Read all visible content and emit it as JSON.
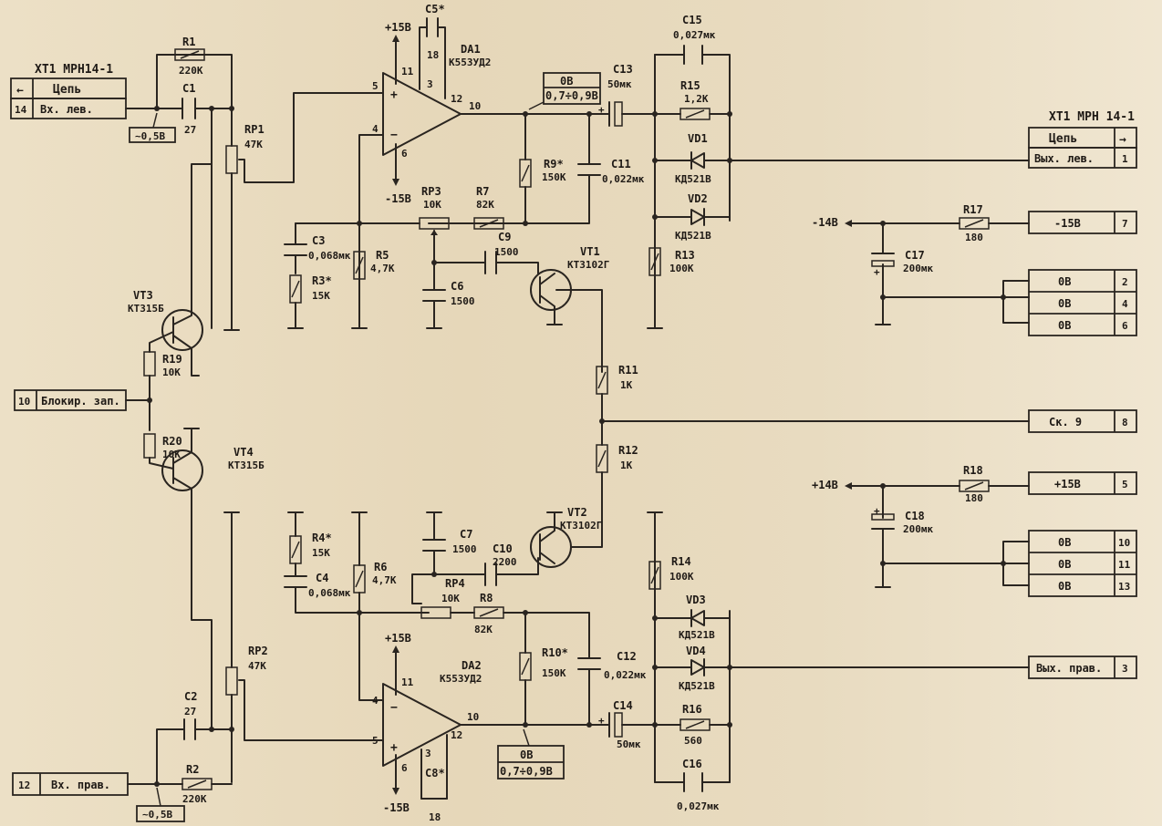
{
  "connectors": {
    "left_header": "XT1 MPH14-1",
    "right_header": "XT1 MPH 14-1",
    "col_title": "Цепь",
    "in_left": {
      "pin": "14",
      "label": "Вх. лев."
    },
    "out_left": {
      "pin": "1",
      "label": "Вых. лев."
    },
    "block": {
      "pin": "10",
      "label": "Блокир. зап."
    },
    "in_right": {
      "pin": "12",
      "label": "Вх. прав."
    },
    "out_right": {
      "pin": "3",
      "label": "Вых. прав."
    },
    "neg_supply": {
      "pin": "7",
      "label": "-15B"
    },
    "pos_supply": {
      "pin": "5",
      "label": "+15B"
    },
    "sk9": {
      "pin": "8",
      "label": "Ск. 9"
    },
    "gnd_top": [
      {
        "pin": "2",
        "label": "0B"
      },
      {
        "pin": "4",
        "label": "0B"
      },
      {
        "pin": "6",
        "label": "0B"
      }
    ],
    "gnd_bot": [
      {
        "pin": "10",
        "label": "0B"
      },
      {
        "pin": "11",
        "label": "0B"
      },
      {
        "pin": "13",
        "label": "0B"
      }
    ]
  },
  "components": {
    "R1": {
      "name": "R1",
      "value": "220K"
    },
    "C1": {
      "name": "C1",
      "value": "27"
    },
    "RP1": {
      "name": "RP1",
      "value": "47K"
    },
    "DA1": {
      "name": "DA1",
      "value": "K553УД2"
    },
    "C5": {
      "name": "C5*",
      "value": "18"
    },
    "C13": {
      "name": "C13",
      "value": "50мк"
    },
    "C15": {
      "name": "C15",
      "value": "0,027мк"
    },
    "R15": {
      "name": "R15",
      "value": "1,2K"
    },
    "VD1": {
      "name": "VD1",
      "value": "KД521B"
    },
    "VD2": {
      "name": "VD2",
      "value": "KД521B"
    },
    "R9": {
      "name": "R9*",
      "value": "150K"
    },
    "C11": {
      "name": "C11",
      "value": "0,022мк"
    },
    "RP3": {
      "name": "RP3",
      "value": "10K"
    },
    "R7": {
      "name": "R7",
      "value": "82K"
    },
    "C3": {
      "name": "C3",
      "value": "0,068мк"
    },
    "R5": {
      "name": "R5",
      "value": "4,7K"
    },
    "R3": {
      "name": "R3*",
      "value": "15K"
    },
    "C9": {
      "name": "C9",
      "value": "1500"
    },
    "C6": {
      "name": "C6",
      "value": "1500"
    },
    "VT1": {
      "name": "VT1",
      "value": "KT3102Г"
    },
    "R13": {
      "name": "R13",
      "value": "100K"
    },
    "R17": {
      "name": "R17",
      "value": "180"
    },
    "C17": {
      "name": "C17",
      "value": "200мк"
    },
    "VT3": {
      "name": "VT3",
      "value": "KT315Б"
    },
    "R19": {
      "name": "R19",
      "value": "10K"
    },
    "R11": {
      "name": "R11",
      "value": "1K"
    },
    "R20": {
      "name": "R20",
      "value": "10K"
    },
    "VT4": {
      "name": "VT4",
      "value": "KT315Б"
    },
    "R12": {
      "name": "R12",
      "value": "1K"
    },
    "R18": {
      "name": "R18",
      "value": "180"
    },
    "C18": {
      "name": "C18",
      "value": "200мк"
    },
    "R4": {
      "name": "R4*",
      "value": "15K"
    },
    "C4": {
      "name": "C4",
      "value": "0,068мк"
    },
    "R6": {
      "name": "R6",
      "value": "4,7K"
    },
    "C7": {
      "name": "C7",
      "value": "1500"
    },
    "C10": {
      "name": "C10",
      "value": "2200"
    },
    "VT2": {
      "name": "VT2",
      "value": "KT3102Г"
    },
    "R14": {
      "name": "R14",
      "value": "100K"
    },
    "RP4": {
      "name": "RP4",
      "value": "10K"
    },
    "R8": {
      "name": "R8",
      "value": "82K"
    },
    "VD3": {
      "name": "VD3",
      "value": "KД521B"
    },
    "VD4": {
      "name": "VD4",
      "value": "KД521B"
    },
    "RP2": {
      "name": "RP2",
      "value": "47K"
    },
    "DA2": {
      "name": "DA2",
      "value": "K553УД2"
    },
    "R10": {
      "name": "R10*",
      "value": "150K"
    },
    "C12": {
      "name": "C12",
      "value": "0,022мк"
    },
    "C2": {
      "name": "C2",
      "value": "27"
    },
    "C14": {
      "name": "C14",
      "value": "50мк"
    },
    "R16": {
      "name": "R16",
      "value": "560"
    },
    "R2": {
      "name": "R2",
      "value": "220K"
    },
    "C16": {
      "name": "C16",
      "value": "0,027мк"
    },
    "C8": {
      "name": "C8*",
      "value": "18"
    }
  },
  "supplies": {
    "p15_top": "+15B",
    "m15_top": "-15B",
    "p15_bot": "+15B",
    "m15_bot": "-15B",
    "m14": "-14B",
    "p14": "+14B"
  },
  "annotations": {
    "vin_left": "~0,5B",
    "vin_right": "~0,5B",
    "out1_a": "0B",
    "out1_b": "0,7÷0,9B",
    "out2_a": "0B",
    "out2_b": "0,7÷0,9B"
  },
  "pins": {
    "p11": "11",
    "p3": "3",
    "p12": "12",
    "p10": "10",
    "p5": "5",
    "p4": "4",
    "p6": "6",
    "plus": "+",
    "minus": "−"
  }
}
